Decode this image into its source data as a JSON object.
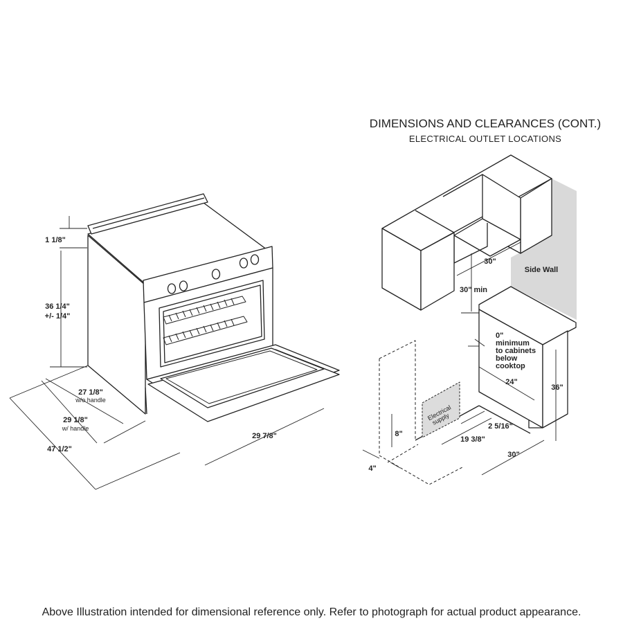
{
  "header": {
    "title": "DIMENSIONS AND CLEARANCES (CONT.)",
    "subtitle": "ELECTRICAL OUTLET LOCATIONS"
  },
  "range": {
    "dim_top": "1 1/8\"",
    "dim_height": "36 1/4\"",
    "dim_height_tol": "+/- 1/4\"",
    "dim_depth_no_handle": "27 1/8\"",
    "dim_depth_no_handle_note": "w/o handle",
    "dim_depth_handle": "29 1/8\"",
    "dim_depth_handle_note": "w/ handle",
    "dim_depth_door_open": "47 1/2\"",
    "dim_width": "29 7/8\""
  },
  "installation": {
    "dim_cabinet_width": "30\"",
    "dim_min_clearance": "30\" min",
    "label_side_wall": "Side Wall",
    "note_line1": "0\"",
    "note_line2": "minimum",
    "note_line3": "to cabinets",
    "note_line4": "below",
    "note_line5": "cooktop",
    "dim_counter_depth": "24\"",
    "dim_counter_height": "36\"",
    "dim_outlet_height": "8\"",
    "dim_outlet_offset": "4\"",
    "outlet_label_1": "Electrical",
    "outlet_label_2": "supply",
    "dim_outlet_side": "2 5/16\"",
    "dim_outlet_depth": "19 3/8\"",
    "dim_opening_width": "30\""
  },
  "footer": {
    "disclaimer": "Above Illustration intended for dimensional reference only. Refer to photograph for actual product appearance."
  }
}
